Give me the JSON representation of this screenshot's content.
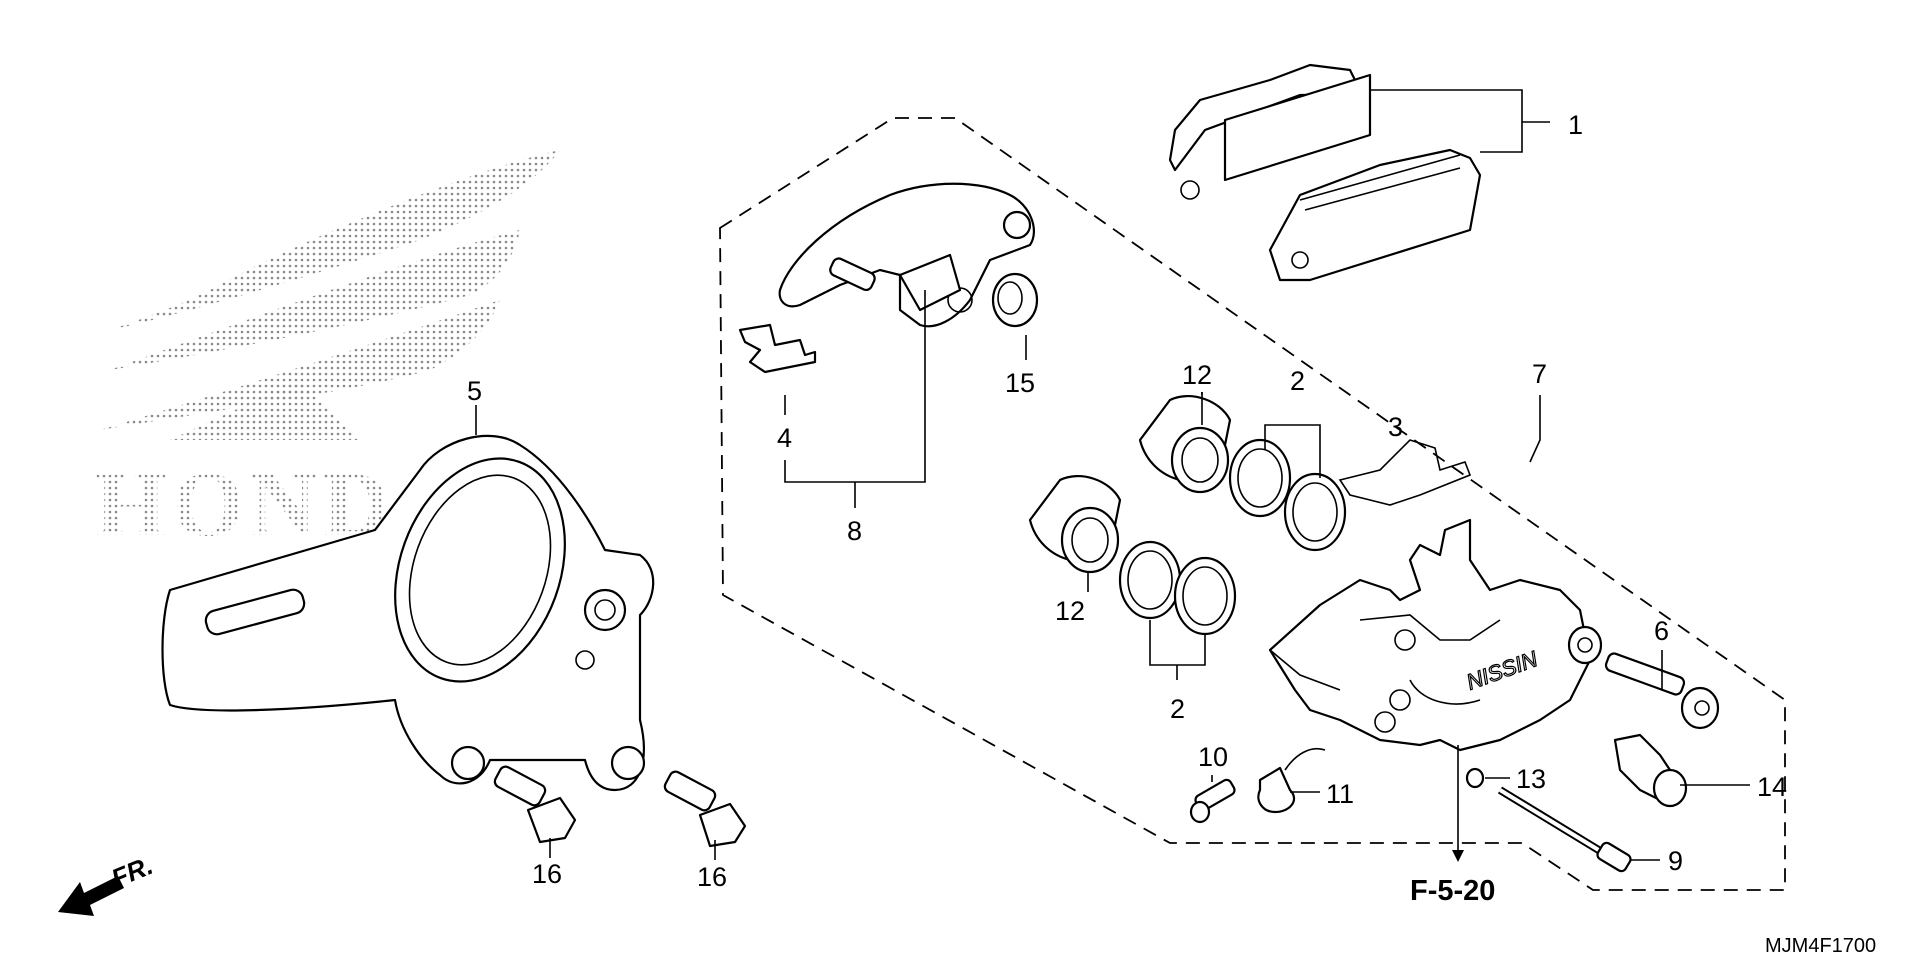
{
  "diagram": {
    "code": "MJM4F1700",
    "reference": "F-5-20",
    "direction_label": "FR.",
    "logo_text": "HONDA",
    "parts": {
      "p1": "1",
      "p2a": "2",
      "p2b": "2",
      "p3": "3",
      "p4": "4",
      "p5": "5",
      "p6": "6",
      "p7": "7",
      "p8": "8",
      "p9": "9",
      "p10": "10",
      "p11": "11",
      "p12a": "12",
      "p12b": "12",
      "p13": "13",
      "p14": "14",
      "p15": "15",
      "p16a": "16",
      "p16b": "16"
    }
  }
}
